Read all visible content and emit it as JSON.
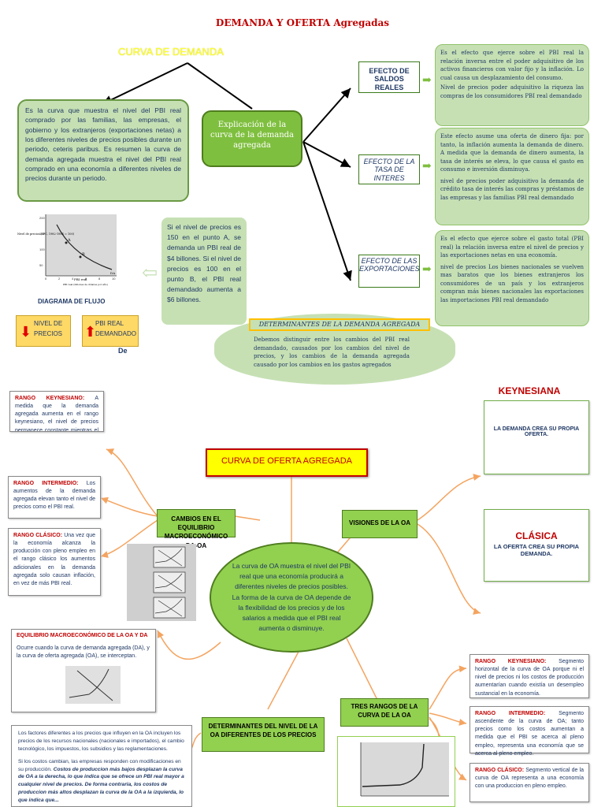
{
  "top": {
    "title": "DEMANDA Y OFERTA Agregadas",
    "demand_curve_title": "CURVA DE DEMANDA AGREGADA",
    "definition": "Es la curva que muestra el nivel del PBI real comprado por las familias, las empresas, el gobierno y los extranjeros (exportaciones netas) a los diferentes niveles de precios posibles durante un periodo, ceteris paribus. Es resumen la curva de demanda agregada muestra el nivel del PBI real comprado en una economía a diferentes niveles de precios durante un periodo.",
    "explanation": "Explicación de la curva de la demanda agregada",
    "example": "Si el nivel de precios es 150 en el punto A, se demanda un PBI real de $4 billones. Si el nivel de precios es 100 en el punto B, el PBI real demandado aumenta a $6 billones.",
    "flow_diagram": "DIAGRAMA DE FLUJO",
    "flow_de": "De",
    "price_level": "NIVEL DE PRECIOS",
    "real_gdp": "PBI REAL DEMANDADO"
  },
  "effects": [
    {
      "label": "EFECTO DE SALDOS REALES",
      "text": "Es el efecto que ejerce sobre el PBI real la relación inversa entre el poder adquisitivo de los activos financieros con valor fijo y la inflación. Lo cual causa un desplazamiento del consumo.",
      "text2": "Nivel de precios poder adquisitivo la riqueza las compras de los consumidores PBI real demandado"
    },
    {
      "label": "EFECTO DE LA TASA DE INTERES",
      "text": "Este efecto asume una oferta de dinero fija: por tanto, la inflación aumenta la demanda de dinero. A medida que la demanda de dinero aumenta, la tasa de interés se eleva, lo que causa el gasto en consumo e inversión disminuya.",
      "text2": "nivel de precios poder adquisitivo la demanda de crédito tasa de interés las compras y préstamos de las empresas y las familias PBI real demandado"
    },
    {
      "label": "EFECTO DE LAS EXPORTACIONES",
      "text": "Es el efecto que ejerce sobre el gasto total (PBI real) la relación inversa entre el nivel de precios y las exportaciones netas en una economía.",
      "text2": "nivel de precios Los bienes nacionales se vuelven mas baratos que los bienes extranjeros los consumidores de un país y los extranjeros compran más bienes nacionales las exportaciones las importaciones PBI real demandado"
    }
  ],
  "determinants_demand": {
    "label": "DETERMINANTES DE LA DEMANDA AGREGADA",
    "text": "Debemos distinguir entre los cambios del PBI real demandado, causados por los cambios del nivel de precios, y los cambios de la demanda agregada causado por los cambios en los gastos agregados"
  },
  "chart_small": {
    "ylabel": "Nivel de precios (IPC, 1982-1984 = 100)",
    "xlabel": "PBI real (billones de dólares por año)",
    "xlabel_short": "PBI real",
    "point_a": "A",
    "point_b": "B",
    "curve": "DA",
    "yticks": [
      "200",
      "150",
      "100",
      "50"
    ],
    "xticks": [
      "0",
      "2",
      "4",
      "6",
      "8",
      "10"
    ]
  },
  "supply": {
    "title": "CURVA DE OFERTA AGREGADA",
    "center_text": "La curva de OA muestra el nivel del PBI real que una economía producirá a diferentes niveles de precios posibles. La forma de la curva de OA depende de la flexibilidad de los precios y de los salarios a medida que el PBI real aumenta o disminuye.",
    "changes": "CAMBIOS EN EL EQUILIBRIO MACROECONÓMICO DA-OA",
    "visions": "VISIONES DE LA OA",
    "three_ranges": "TRES RANGOS DE LA CURVA DE LA OA",
    "determinants": "DETERMINANTES DEL NIVEL DE LA OA DIFERENTES DE LOS PRECIOS",
    "keynesiana_head": "KEYNESIANA",
    "keynesiana_text": "LA DEMANDA CREA SU PROPIA OFERTA.",
    "clasica_head": "CLÁSICA",
    "clasica_text": "LA OFERTA CREA SU PROPIA DEMANDA.",
    "left_ranges": [
      {
        "head": "RANGO KEYNESIANO:",
        "text": " A medida que la demanda agregada aumenta en el rango keynesiano, el nivel de precios permanece constante mientras el PBI real aumenta."
      },
      {
        "head": "RANGO INTERMEDIO:",
        "text": " Los aumentos de la demanda agregada elevan tanto el nivel de precios como el PBI real."
      },
      {
        "head": "RANGO CLÁSICO:",
        "text": " Una vez que la economía alcanza la producción con pleno empleo en el rango clásico los aumentos adicionales en la demanda agregada solo causan inflación, en vez de más PBI real."
      }
    ],
    "right_ranges": [
      {
        "head": "RANGO KEYNESIANO:",
        "text": " Segmento horizontal de la curva de OA porque ni el nivel de precios ni los costos de producción aumentarían cuando existía un desempleo sustancial en la economía."
      },
      {
        "head": "RANGO INTERMEDIO:",
        "text": " Segmento ascendente de la curva de OA; tanto precios como los costos aumentan a medida que el PBI se acerca al pleno empleo, representa una economía que se acerca al pleno empleo."
      },
      {
        "head": "RANGO CLÁSICO:",
        "text": " Segmento vertical de la curva de OA representa a una economía con una produccion en pleno empleo."
      }
    ],
    "equilibrium_head": "EQUILIBRIO MACROECONÓMICO DE LA OA Y DA",
    "equilibrium_text": "Ocurre cuando la curva de demanda agregada (DA), y la curva de oferta agregada (OA), se interceptan.",
    "factors_text1": "Los factores diferentes a los precios que influyen en la OA incluyen los precios de los recursos nacionales (nacionales e importados), el cambio tecnológico, los impuestos, los subsidios y las reglamentaciones.",
    "factors_text2": "Si los costos cambian, las empresas responden con modificaciones en su producción.",
    "factors_text3": "Costos de produccion más bajos desplazan la curva de OA a la derecha, lo que indica que se ofrece un PBI real mayor a cualquier nivel de precios. De forma contraria, los costos de produccion más altos desplazan la curva de la OA a la izquierda, lo que indica que..."
  },
  "colors": {
    "red": "#c00000",
    "green": "#c6e0b4",
    "navy": "#1f3864",
    "orange": "#f4a460",
    "yellow": "#ffff00"
  }
}
